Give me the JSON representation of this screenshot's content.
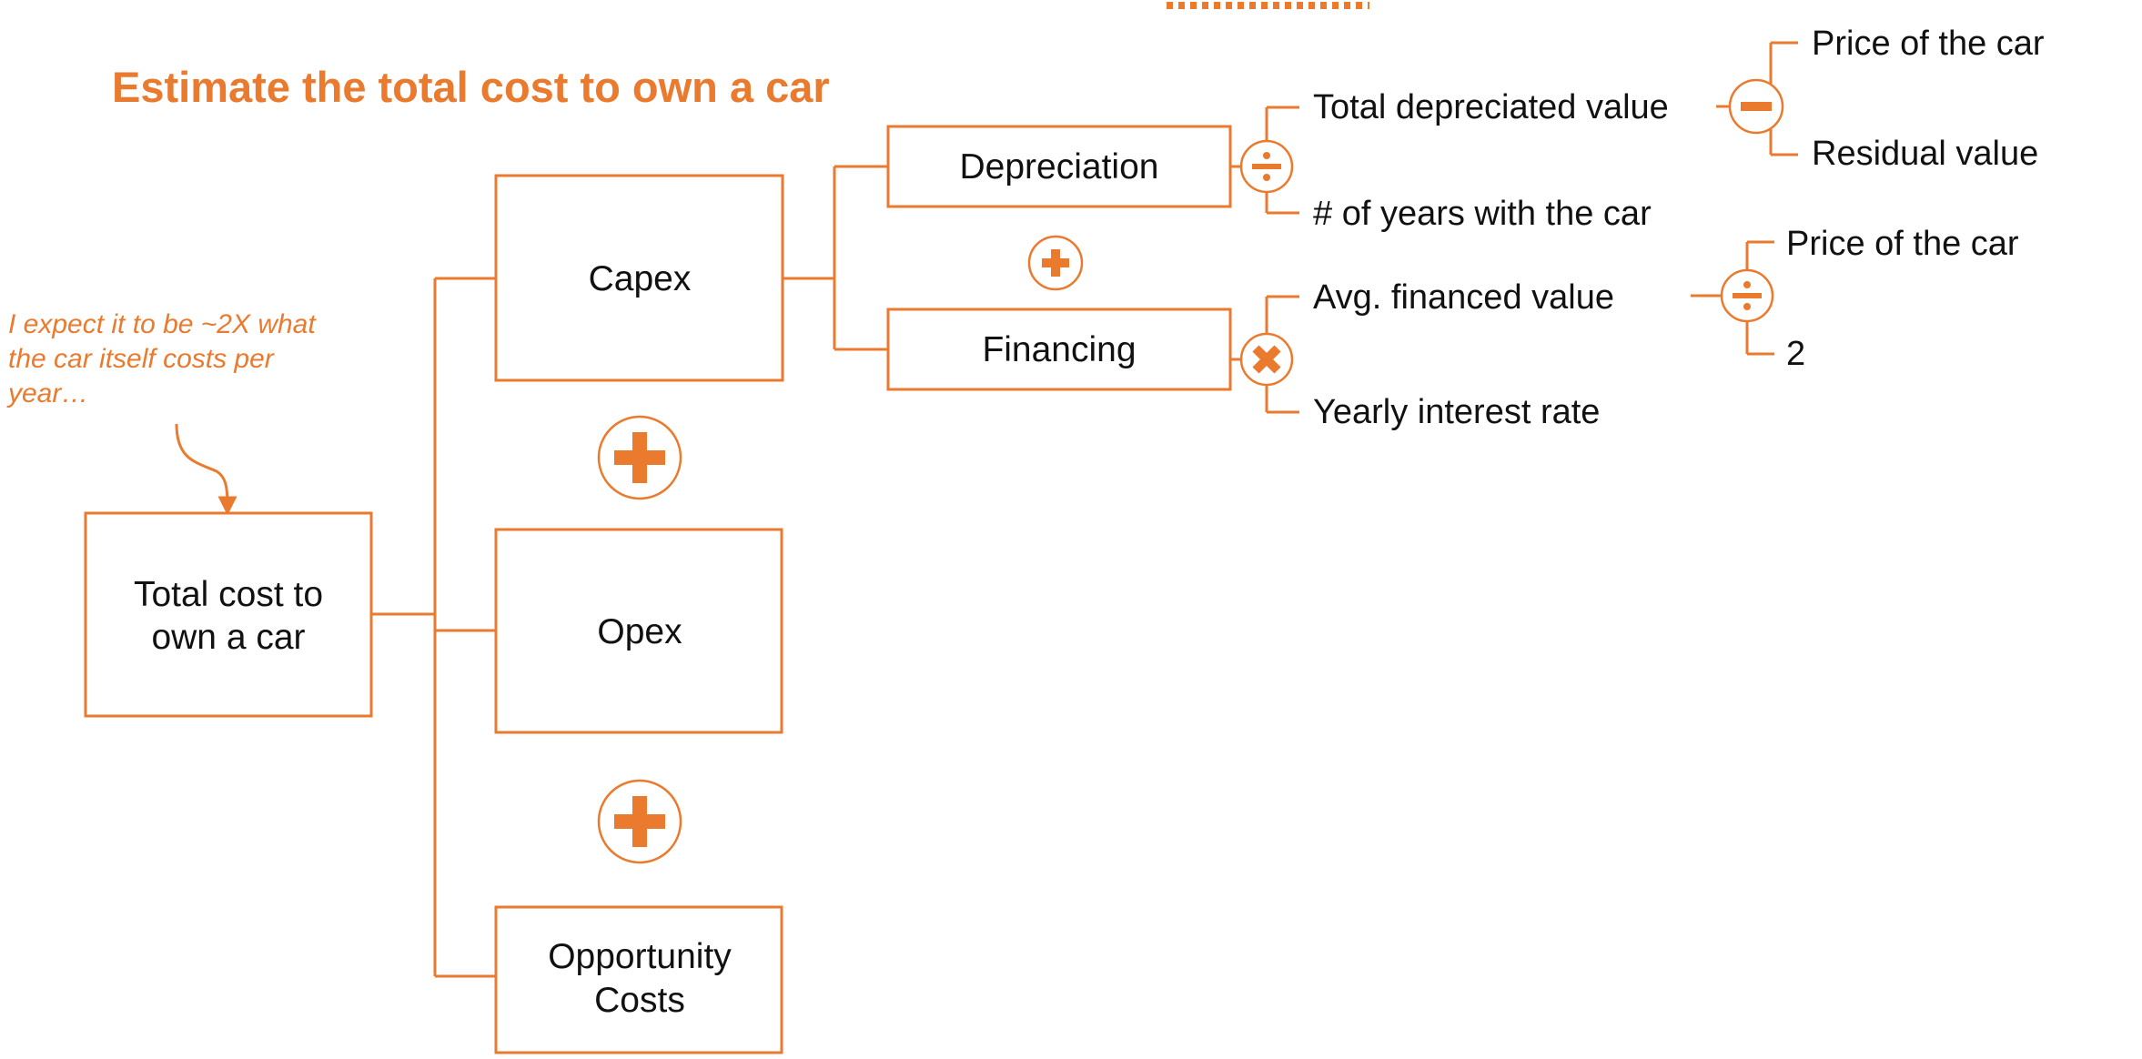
{
  "title": "Estimate the total cost to own a car",
  "annotation": [
    "I expect it to be ~2X what",
    "the car itself costs per",
    "year…"
  ],
  "nodes": {
    "total": [
      "Total cost to",
      "own a car"
    ],
    "capex": "Capex",
    "opex": "Opex",
    "opportunity": [
      "Opportunity",
      "Costs"
    ],
    "depreciation": "Depreciation",
    "financing": "Financing"
  },
  "leaves": {
    "total_depreciated_value": "Total depreciated value",
    "years_with_car": "# of years with the car",
    "price_of_car_1": "Price of the car",
    "residual_value": "Residual value",
    "avg_financed_value": "Avg. financed value",
    "yearly_interest_rate": "Yearly interest rate",
    "price_of_car_2": "Price of the car",
    "divisor_two": "2"
  },
  "operators": {
    "capex_opex": "plus",
    "opex_opportunity": "plus",
    "depreciation_financing": "plus",
    "depreciation_split": "divide",
    "financing_split": "multiply",
    "depreciated_value_split": "minus",
    "avg_financed_split": "divide"
  },
  "colors": {
    "accent": "#ea7a2e",
    "text": "#111111"
  }
}
